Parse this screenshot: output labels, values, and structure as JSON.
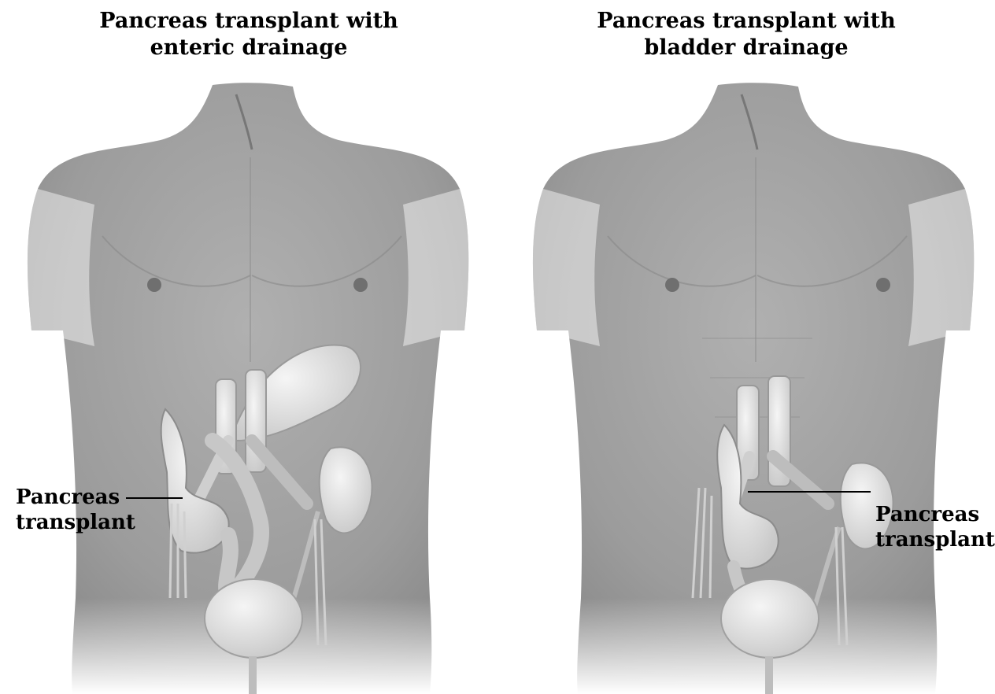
{
  "panels": [
    {
      "title_line1": "Pancreas transplant with",
      "title_line2": "enteric drainage",
      "label_line1": "Pancreas",
      "label_line2": "transplant"
    },
    {
      "title_line1": "Pancreas transplant with",
      "title_line2": "bladder drainage",
      "label_line1": "Pancreas",
      "label_line2": "transplant"
    }
  ],
  "colors": {
    "background": "#ffffff",
    "torso": "#9a9a9a",
    "organ": "#e3e3e3",
    "label_text": "#000000"
  }
}
